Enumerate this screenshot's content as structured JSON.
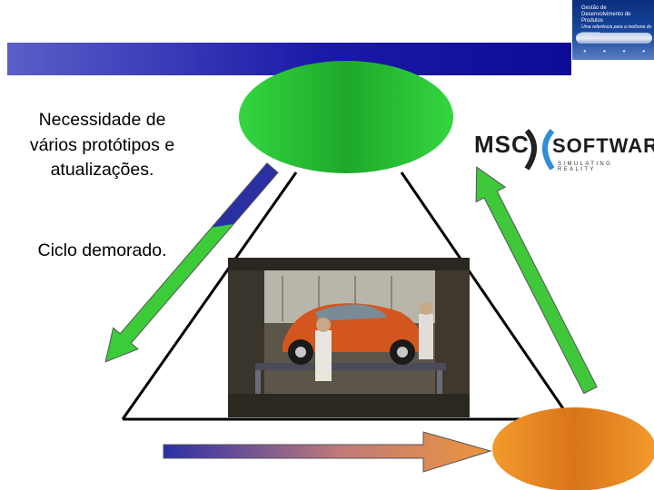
{
  "left_text": {
    "need": "Necessidade de vários protótipos e atualizações.",
    "cycle": "Ciclo demorado."
  },
  "logos": {
    "msc_part1": "MSC",
    "msc_part2": "SOFTWARE",
    "msc_tagline": "SIMULATING REALITY",
    "corner_line1": "Gestão de",
    "corner_line2": "Desenvolvimento de Produtos",
    "corner_line3": "Uma referência para a melhoria do processo"
  },
  "colors": {
    "bar_start": "#5a5fc8",
    "bar_end": "#0c0c96",
    "green_ellipse": "#2ecc40",
    "orange_ellipse": "#f08a20",
    "arrow_blue": "#2a35a8",
    "arrow_green": "#44c23a",
    "arrow_orange": "#f5a030"
  },
  "icons": [
    "msc-x-icon",
    "car-photo"
  ]
}
